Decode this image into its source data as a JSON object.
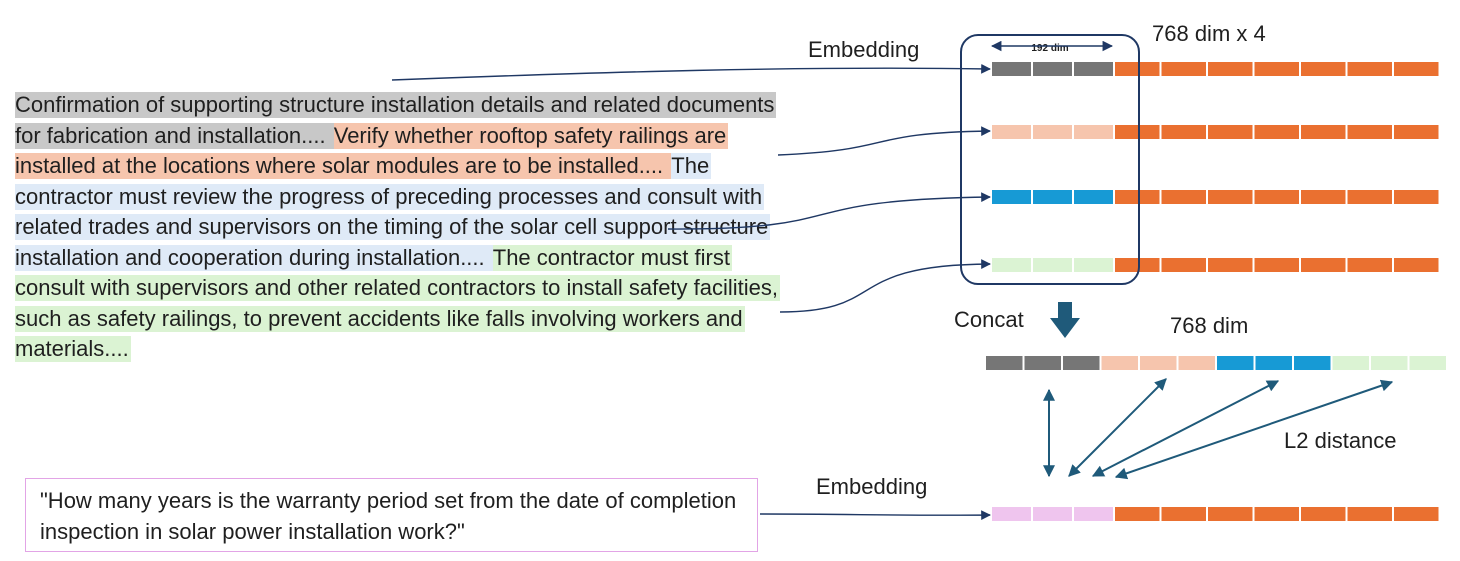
{
  "passage_segments": [
    {
      "text": "Confirmation of supporting structure installation details and related documents for fabrication and installation.... ",
      "color": "#c8c8c8"
    },
    {
      "text": "Verify whether rooftop safety railings are installed at the locations where solar modules are to be installed.... ",
      "color": "#f6c5ad"
    },
    {
      "text": "The contractor must review the progress of preceding processes and consult with related trades and supervisors on the timing of the solar cell support structure installation and cooperation during installation.... ",
      "color": "#dfeaf7"
    },
    {
      "text": "The contractor must first consult with supervisors and other related contractors to install safety facilities, such as safety railings, to prevent accidents like falls involving workers and materials....",
      "color": "#dbf3d3"
    }
  ],
  "query": {
    "text": "\"How many years is the warranty period set from the date of completion inspection in solar power installation work?\"",
    "border_color": "#e2a4e6",
    "chunk_color": "#efc5ee"
  },
  "labels": {
    "embedding_top": "Embedding",
    "dim_x4": "768 dim x 4",
    "dim_192": "192 dim",
    "concat": "Concat",
    "dim_768": "768 dim",
    "l2": "L2 distance",
    "embedding_bottom": "Embedding"
  },
  "colors": {
    "orange": "#ea7030",
    "gray": "#767676",
    "peach": "#f6c5ad",
    "blue": "#179ad5",
    "green": "#dbf3d3",
    "navy": "#1f3864",
    "arrow": "#1f5a7a"
  }
}
